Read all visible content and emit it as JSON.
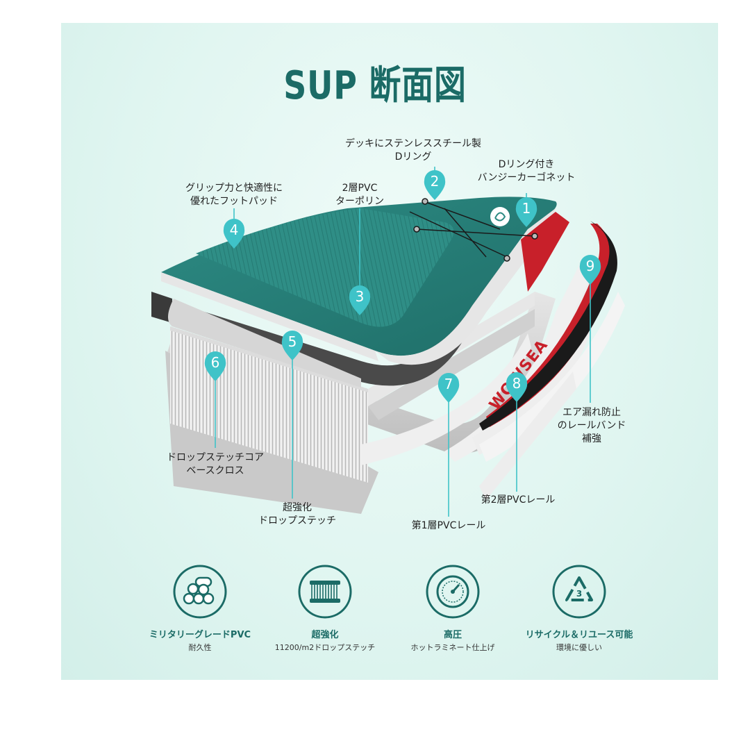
{
  "title": "SUP 断面図",
  "colors": {
    "teal": "#2b8a82",
    "dark_teal": "#1b6b66",
    "pin": "#3fc3c8",
    "red": "#c8202a",
    "bg": "#dff5f0"
  },
  "callouts": [
    {
      "num": "1",
      "lines": [
        "Dリング付き",
        "バンジーカーゴネット"
      ]
    },
    {
      "num": "2",
      "lines": [
        "デッキにステンレススチール製",
        "Dリング"
      ]
    },
    {
      "num": "3",
      "lines": [
        "2層PVC",
        "ターポリン"
      ]
    },
    {
      "num": "4",
      "lines": [
        "グリップ力と快適性に",
        "優れたフットパッド"
      ]
    },
    {
      "num": "5",
      "lines": [
        "超強化",
        "ドロップステッチ"
      ]
    },
    {
      "num": "6",
      "lines": [
        "ドロップステッチコア",
        "ベースクロス"
      ]
    },
    {
      "num": "7",
      "lines": [
        "第1層PVCレール"
      ]
    },
    {
      "num": "8",
      "lines": [
        "第2層PVCレール"
      ]
    },
    {
      "num": "9",
      "lines": [
        "エア漏れ防止",
        "のレールバンド",
        "補強"
      ]
    }
  ],
  "brand": "WOWSEA",
  "features": [
    {
      "icon": "pipes-icon",
      "title": "ミリタリーグレードPVC",
      "sub": "耐久性"
    },
    {
      "icon": "stitch-icon",
      "title": "超強化",
      "sub": "11200/m2ドロップステッチ"
    },
    {
      "icon": "pressure-gauge-icon",
      "title": "高圧",
      "sub": "ホットラミネート仕上げ"
    },
    {
      "icon": "recycle-icon",
      "title": "リサイクル＆リユース可能",
      "sub": "環境に優しい"
    }
  ]
}
